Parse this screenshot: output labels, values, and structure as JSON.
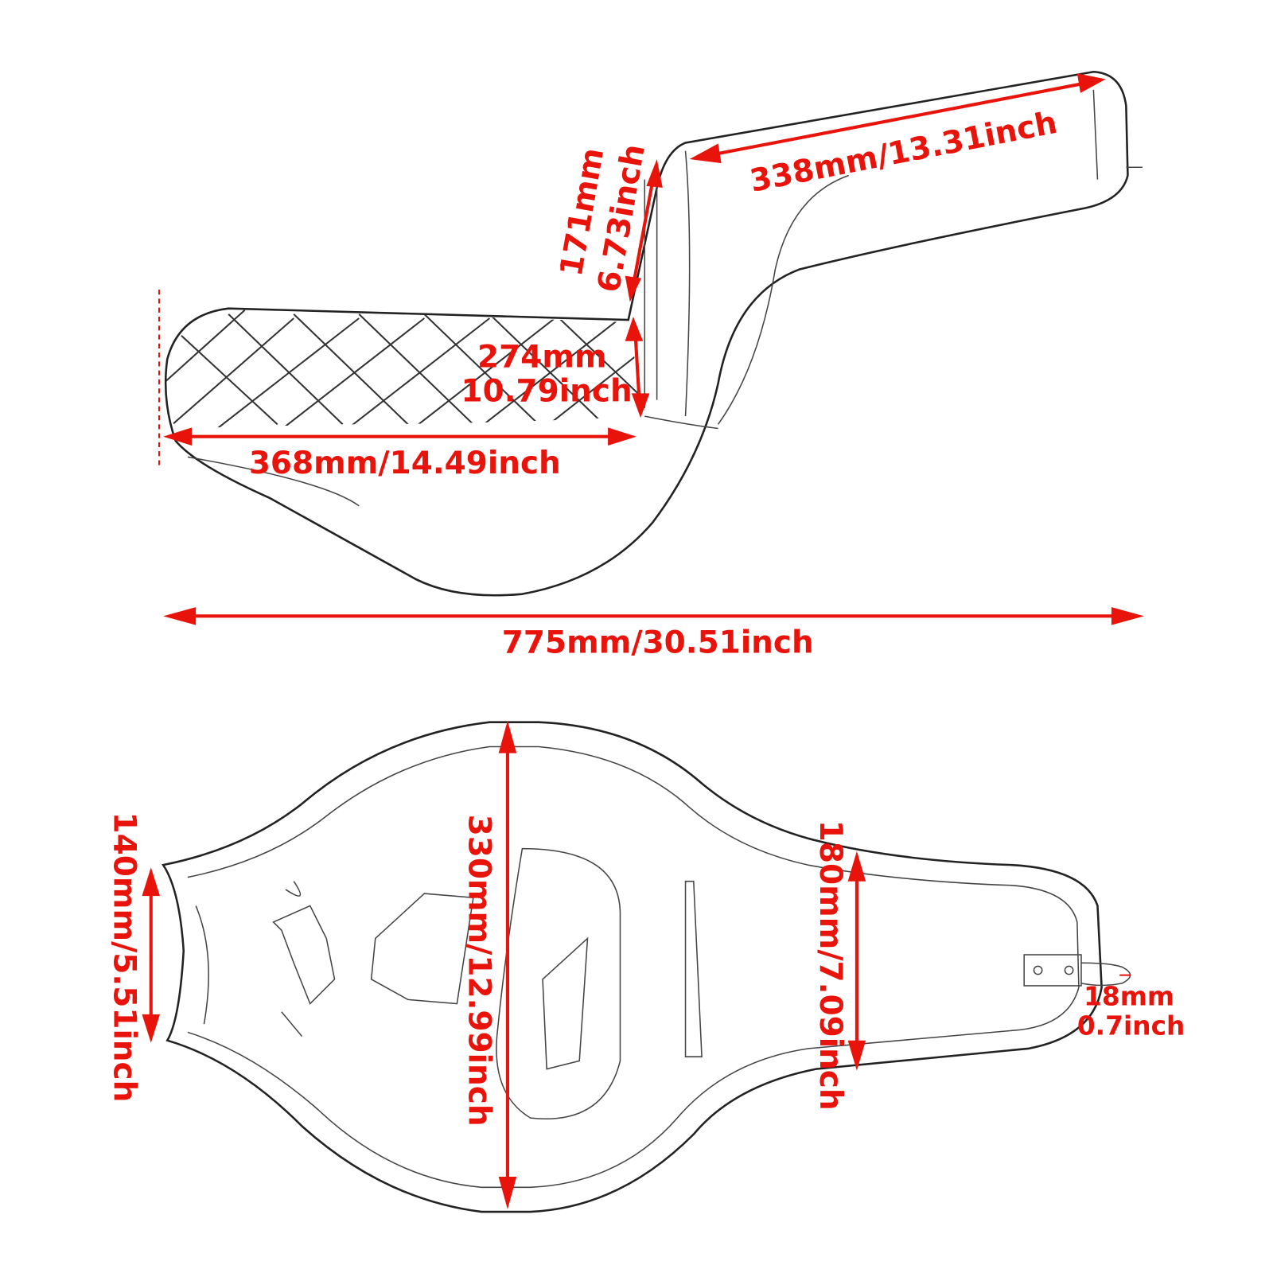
{
  "accent_color": "#e8140c",
  "side_view": {
    "passenger_length": "338mm/13.31inch",
    "backrest_height_mm": "171mm",
    "backrest_height_in": "6.73inch",
    "rider_height_mm": "274mm",
    "rider_height_in": "10.79inch",
    "rider_length": "368mm/14.49inch",
    "total_length": "775mm/30.51inch"
  },
  "top_view": {
    "front_width": "140mm/5.51inch",
    "rider_width": "330mm/12.99inch",
    "passenger_width": "180mm/7.09inch",
    "tab_width_mm": "18mm",
    "tab_width_in": "0.7inch"
  }
}
